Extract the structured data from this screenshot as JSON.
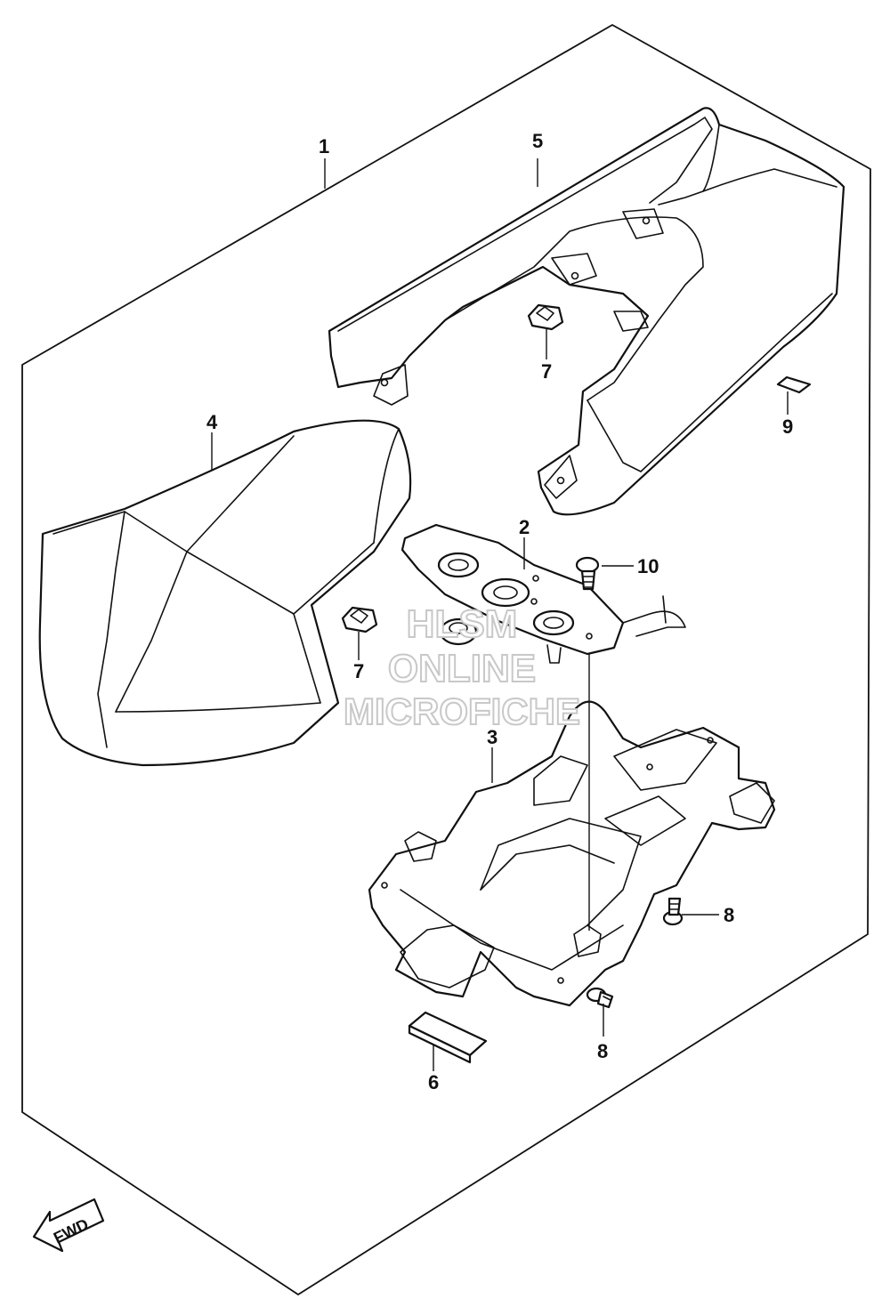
{
  "callouts": {
    "c1": "1",
    "c2": "2",
    "c3": "3",
    "c4": "4",
    "c5": "5",
    "c6": "6",
    "c7a": "7",
    "c7b": "7",
    "c8a": "8",
    "c8b": "8",
    "c9": "9",
    "c10": "10"
  },
  "fwd_label": "FWD",
  "watermark": {
    "line1": "HLSM",
    "line2": "ONLINE",
    "line3": "MICROFICHE"
  }
}
